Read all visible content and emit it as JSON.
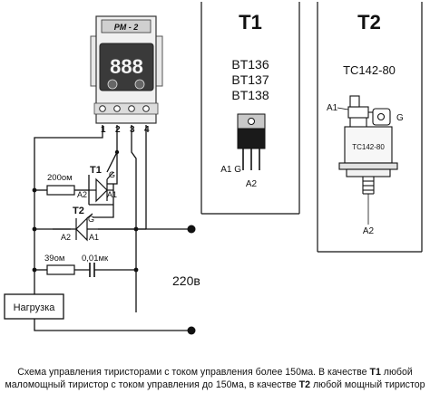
{
  "relay": {
    "model": "РМ - 2",
    "display": "888",
    "terminals": [
      "1",
      "2",
      "3",
      "4"
    ]
  },
  "circuit": {
    "t1_label": "T1",
    "t2_label": "T2",
    "gate": "G",
    "a1": "A1",
    "a2": "A2",
    "r1": "200ом",
    "r2": "39ом",
    "c1": "0,01мк",
    "load": "Нагрузка",
    "mains": "220в"
  },
  "panel_t1": {
    "title": "T1",
    "models": [
      "BT136",
      "BT137",
      "BT138"
    ],
    "pins_top": "A1  G",
    "pin_bottom": "A2"
  },
  "panel_t2": {
    "title": "T2",
    "model": "TC142-80",
    "body_label": "TC142-80",
    "a1": "A1",
    "a2": "A2"
  },
  "caption": {
    "line1_a": "Схема управления тиристорами с током управления более 150ма.  В качестве ",
    "line1_b": "T1",
    "line1_c": " любой",
    "line2_a": "маломощный тиристор с током управления до 150ма,  в качестве ",
    "line2_b": "T2",
    "line2_c": " любой мощный тиристор"
  }
}
